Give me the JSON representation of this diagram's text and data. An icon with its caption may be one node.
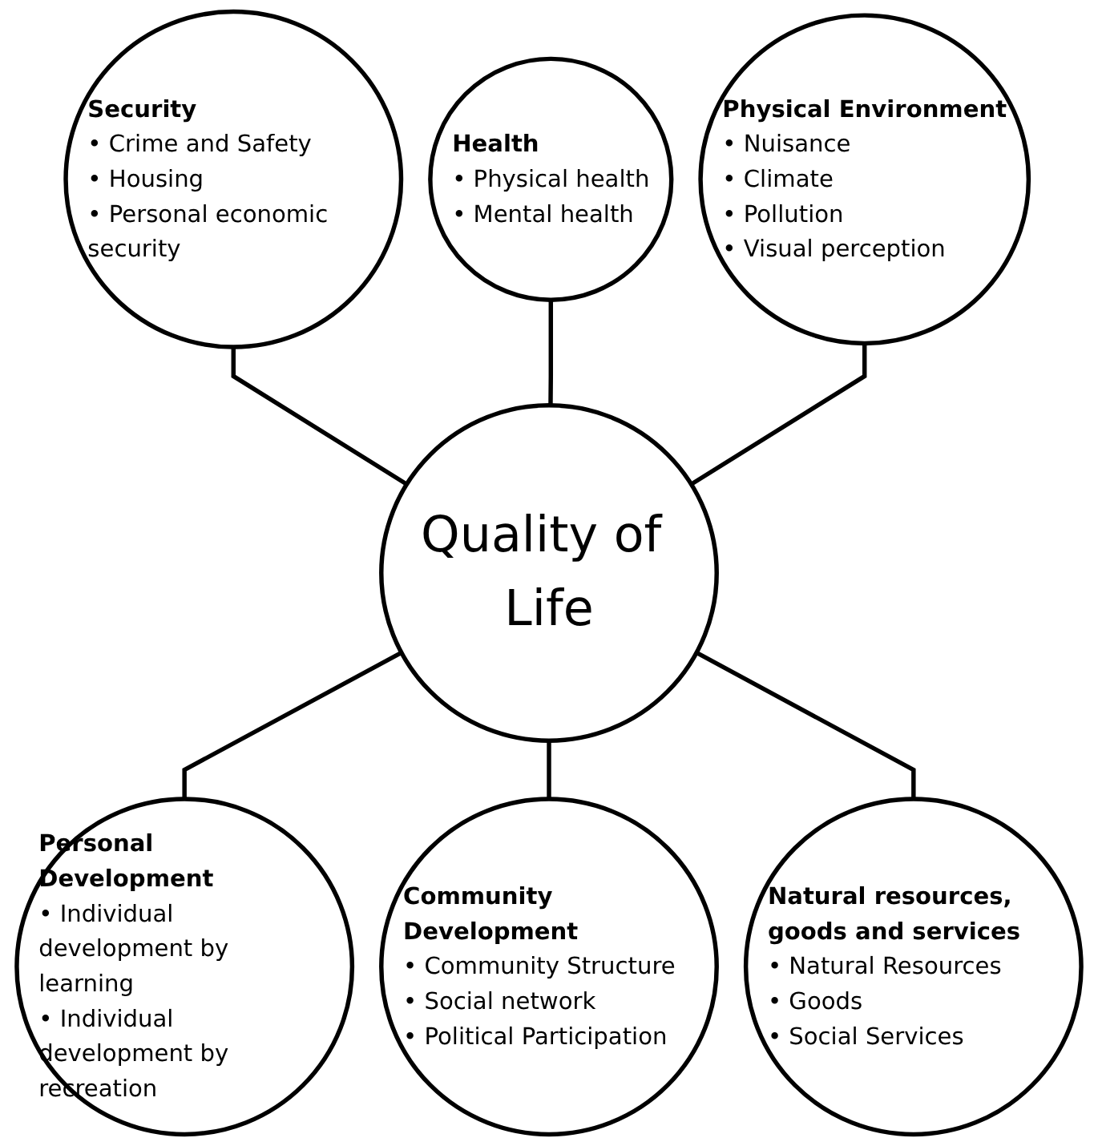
{
  "diagram": {
    "nodes": [
      {
        "text": [
          "Health",
          "• Physical health",
          "• Mental health"
        ]
      },
      {
        "text": [
          "Security",
          "• Crime and Safety",
          "• Housing",
          "• Personal economic security"
        ]
      },
      {
        "text": [
          "Physical Environment",
          "• Nuisance",
          "• Climate",
          "• Pollution",
          "• Visual perception"
        ]
      },
      {
        "text": [
          "Quality of Life"
        ]
      },
      {
        "text": [
          "Personal Development",
          "• Individual development by learning",
          "• Individual development by recreation"
        ]
      },
      {
        "text": [
          "Natural resources, goods and services",
          "• Natural Resources",
          "• Goods",
          "• Social Services"
        ]
      },
      {
        "text": [
          "Community Development",
          "• Community Structure",
          "• Social network",
          "• Political Participation"
        ]
      }
    ],
    "edges": [
      {
        "from": 1,
        "to": 3,
        "arrow": "none"
      },
      {
        "from": 0,
        "to": 3,
        "arrow": "none"
      },
      {
        "from": 2,
        "to": 3,
        "arrow": "none"
      },
      {
        "from": 3,
        "to": 4,
        "arrow": "none"
      },
      {
        "from": 3,
        "to": 6,
        "arrow": "none"
      },
      {
        "from": 3,
        "to": 5,
        "arrow": "none"
      }
    ]
  }
}
